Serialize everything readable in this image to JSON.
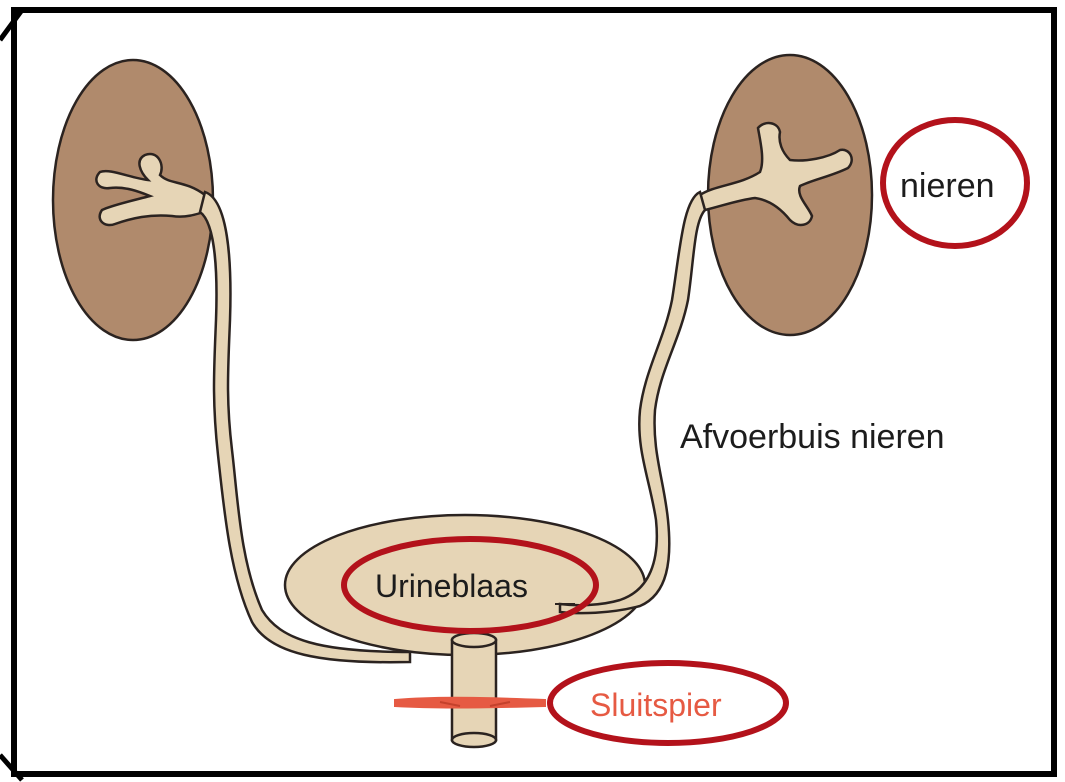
{
  "labels": {
    "kidney": "nieren",
    "ureter": "Afvoerbuis nieren",
    "bladder": "Urineblaas",
    "sphincter": "Sluitspier"
  },
  "colors": {
    "frame": "#000000",
    "kidney_fill": "#b08a6c",
    "tube_fill": "#e6d5b6",
    "outline": "#2b2320",
    "highlight_circle": "#b3121b",
    "sphincter": "#e65a43",
    "text": "#1c1c1c"
  }
}
